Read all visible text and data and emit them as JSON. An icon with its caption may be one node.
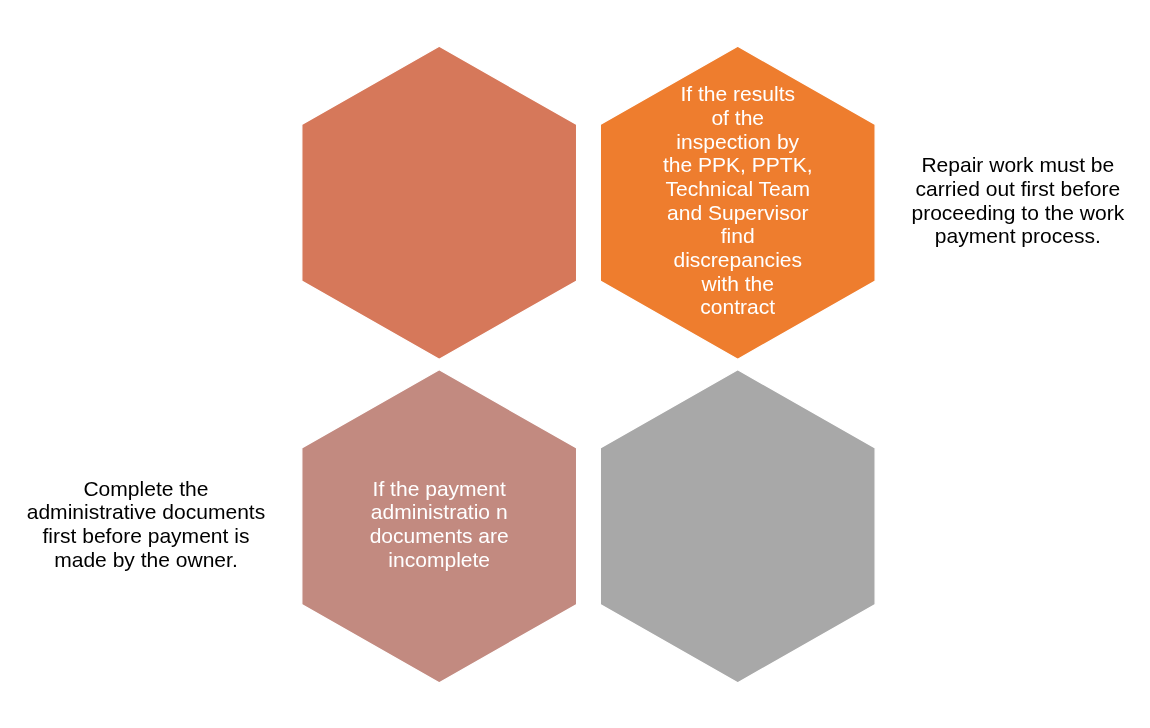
{
  "diagram": {
    "nodes": [
      {
        "text": [],
        "shape": "hexagon"
      },
      {
        "text": [
          "If the results of the inspection by the PPK, PPTK, Technical Team and Supervisor find discrepancies with the contract"
        ],
        "beside": [
          "Repair work must be carried out first before proceeding to the work payment process."
        ]
      },
      {
        "text": [
          "If the payment administratio n documents are incomplete"
        ],
        "beside": [
          "Complete the administrative documents first before payment is made by the owner."
        ]
      },
      {
        "text": [],
        "shape": "hexagon"
      }
    ],
    "edges": []
  }
}
